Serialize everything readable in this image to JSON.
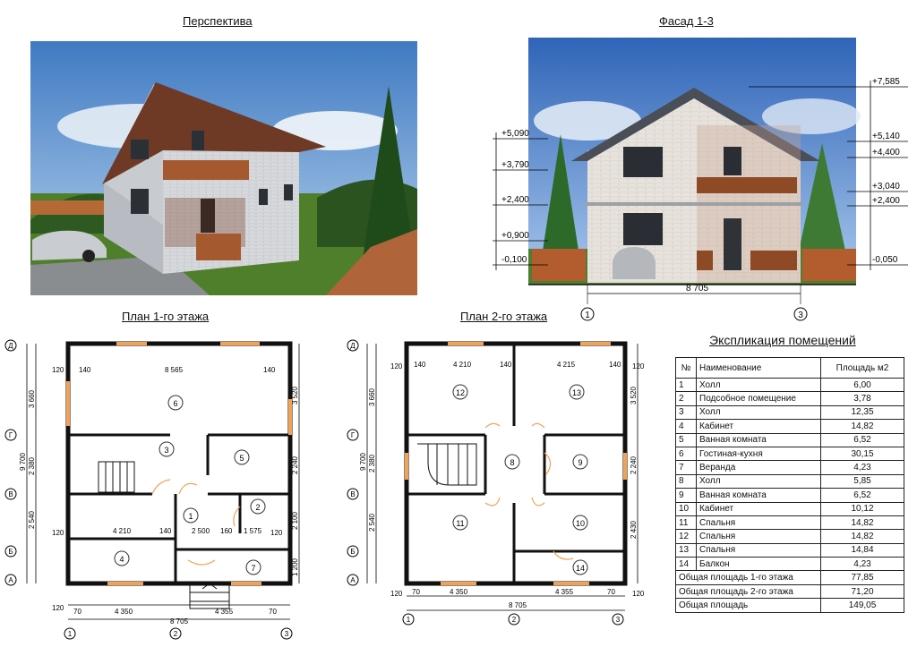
{
  "titles": {
    "perspective": "Перспектива",
    "facade": "Фасад 1-3",
    "plan1": "План 1-го этажа",
    "plan2": "План 2-го этажа",
    "explication": "Экспликация помещений"
  },
  "facade": {
    "levels_left": [
      "+5,090",
      "+3,790",
      "+2,400",
      "+0,900",
      "-0,100"
    ],
    "levels_right": [
      "+7,585",
      "+5,140",
      "+4,400",
      "+3,040",
      "+2,400",
      "-0,050"
    ],
    "width_dim": "8 705",
    "axis_left": "1",
    "axis_right": "3"
  },
  "plan1": {
    "axes_left": [
      "Д",
      "Г",
      "В",
      "Б",
      "А"
    ],
    "axes_bottom": [
      "1",
      "2",
      "3"
    ],
    "dims_left": [
      "3 660",
      "9 700",
      "2 380",
      "2 540"
    ],
    "dims_right": [
      "3 520",
      "2 240",
      "2 100",
      "1 200"
    ],
    "dims_inner": [
      "140",
      "8 565",
      "140",
      "4 210",
      "140",
      "2 500",
      "160",
      "1 575"
    ],
    "dims_bottom": [
      "70",
      "4 350",
      "4 355",
      "70",
      "8 705"
    ],
    "small_dims": [
      "120",
      "120",
      "120",
      "120"
    ],
    "rooms": [
      "6",
      "3",
      "5",
      "1",
      "2",
      "4",
      "7"
    ]
  },
  "plan2": {
    "axes_left": [
      "Д",
      "Г",
      "В",
      "Б",
      "А"
    ],
    "axes_bottom": [
      "1",
      "2",
      "3"
    ],
    "dims_left": [
      "3 660",
      "9 700",
      "2 380",
      "2 540"
    ],
    "dims_right": [
      "3 520",
      "2 240",
      "2 430"
    ],
    "dims_inner": [
      "140",
      "4 210",
      "140",
      "4 215",
      "140"
    ],
    "dims_bottom": [
      "70",
      "4 350",
      "4 355",
      "70",
      "8 705"
    ],
    "small_dims": [
      "120",
      "120",
      "120",
      "120"
    ],
    "rooms": [
      "12",
      "13",
      "8",
      "9",
      "11",
      "10",
      "14"
    ]
  },
  "explication": {
    "headers": [
      "№",
      "Наименование",
      "Площадь м2"
    ],
    "rows": [
      [
        "1",
        "Холл",
        "6,00"
      ],
      [
        "2",
        "Подсобное помещение",
        "3,78"
      ],
      [
        "3",
        "Холл",
        "12,35"
      ],
      [
        "4",
        "Кабинет",
        "14,82"
      ],
      [
        "5",
        "Ванная комната",
        "6,52"
      ],
      [
        "6",
        "Гостиная-кухня",
        "30,15"
      ],
      [
        "7",
        "Веранда",
        "4,23"
      ],
      [
        "8",
        "Холл",
        "5,85"
      ],
      [
        "9",
        "Ванная комната",
        "6,52"
      ],
      [
        "10",
        "Кабинет",
        "10,12"
      ],
      [
        "11",
        "Спальня",
        "14,82"
      ],
      [
        "12",
        "Спальня",
        "14,82"
      ],
      [
        "13",
        "Спальня",
        "14,84"
      ],
      [
        "14",
        "Балкон",
        "4,23"
      ]
    ],
    "totals": [
      [
        "Общая площадь 1-го этажа",
        "77,85"
      ],
      [
        "Общая площадь 2-го этажа",
        "71,20"
      ],
      [
        "Общая площадь",
        "149,05"
      ]
    ]
  }
}
